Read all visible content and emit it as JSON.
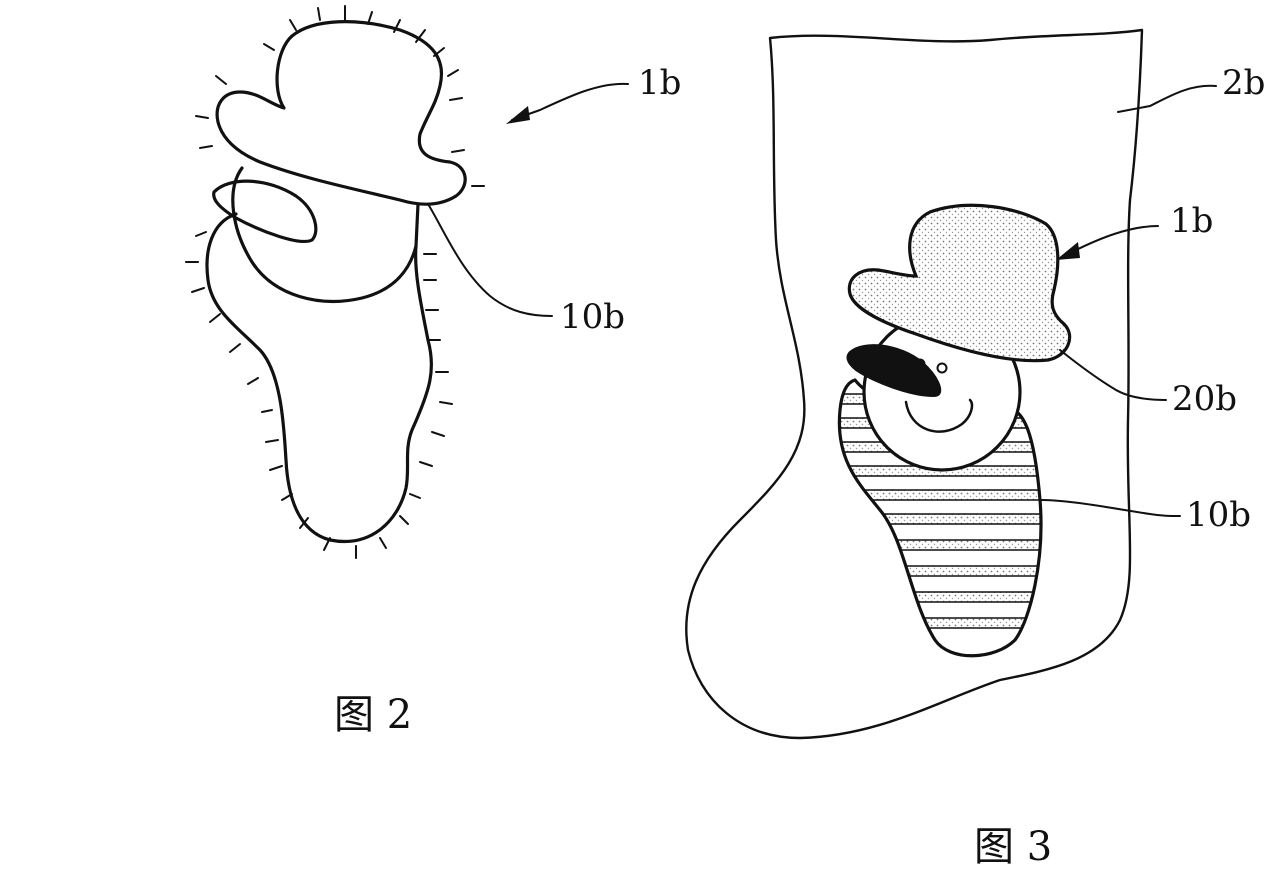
{
  "figure2": {
    "ref_item": "1b",
    "ref_part": "10b",
    "caption": "图 2"
  },
  "figure3": {
    "ref_stocking": "2b",
    "ref_item": "1b",
    "ref_hat": "20b",
    "ref_part": "10b",
    "caption": "图 3"
  }
}
